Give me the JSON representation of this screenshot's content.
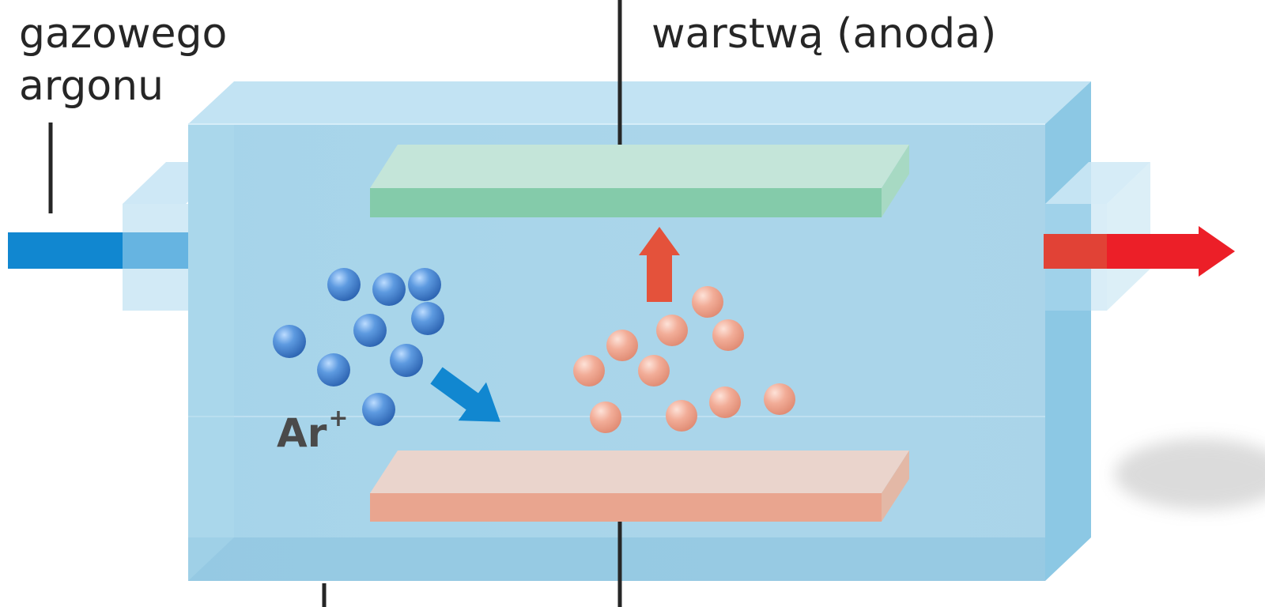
{
  "labels": {
    "gas_line_2": "gazowego",
    "gas_line_3": "argonu",
    "anode_line_2": "warstwą (anoda)",
    "ion_symbol": "Ar",
    "ion_charge": "+"
  },
  "colors": {
    "chamber_front": "#a6d4ea",
    "chamber_top": "#c2e3f3",
    "chamber_side": "#8cc8e4",
    "anode_plate": "#84cbaa",
    "cathode_plate": "#e9a58f",
    "argon_atom": "#3f7fd0",
    "sputtered_atom": "#f0a58f",
    "inlet_arrow": "#1187d0",
    "outlet_arrow": "#e62a2a",
    "deposition_arrow": "#e4523b",
    "label_text": "#262626"
  },
  "icons": {
    "inlet": "right-arrow-icon",
    "outlet": "right-arrow-icon",
    "ion_motion": "diagonal-arrow-icon",
    "deposition": "up-arrow-icon"
  }
}
